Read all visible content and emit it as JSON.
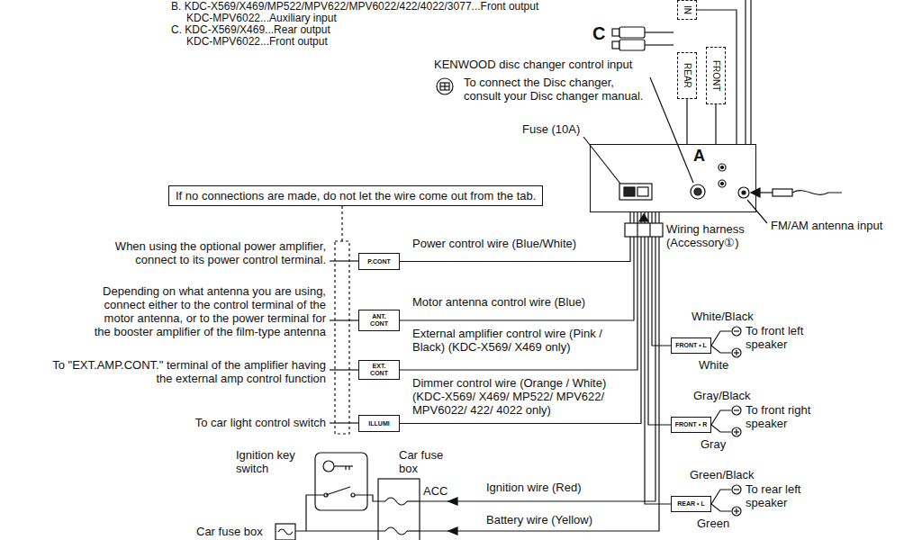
{
  "diagram": {
    "nodes": [
      {
        "text": [
          "IN"
        ]
      },
      {
        "text": [
          "REAR"
        ]
      },
      {
        "text": [
          "FRONT"
        ]
      },
      {
        "text": [
          "A"
        ]
      },
      {
        "text": [
          "If no connections are made, do not let the wire come out from the tab."
        ]
      },
      {
        "text": [
          "P.CONT"
        ]
      },
      {
        "text": [
          "ANT. CONT"
        ]
      },
      {
        "text": [
          "EXT. CONT"
        ]
      },
      {
        "text": [
          "ILLUMI"
        ]
      },
      {
        "text": [
          "FRONT • L"
        ]
      },
      {
        "text": [
          "FRONT • R"
        ]
      },
      {
        "text": [
          "REAR • L"
        ]
      }
    ],
    "edges": [
      {
        "from": 0,
        "to": 3,
        "arrow": "none"
      },
      {
        "from": 1,
        "to": 3,
        "arrow": "none"
      },
      {
        "from": 2,
        "to": 3,
        "arrow": "none"
      },
      {
        "from": 3,
        "to": 5,
        "arrow": "none"
      },
      {
        "from": 3,
        "to": 6,
        "arrow": "none"
      },
      {
        "from": 3,
        "to": 7,
        "arrow": "none"
      },
      {
        "from": 3,
        "to": 8,
        "arrow": "none"
      },
      {
        "from": 3,
        "to": 9,
        "arrow": "none"
      },
      {
        "from": 3,
        "to": 10,
        "arrow": "none"
      },
      {
        "from": 3,
        "to": 11,
        "arrow": "none"
      }
    ],
    "labels": [
      "B. KDC-X569/X469/MP522/MPV622/MPV6022/422/4022/3077...Front output",
      "KDC-MPV6022...Auxiliary input",
      "C. KDC-X569/X469...Rear output",
      "KDC-MPV6022...Front output",
      "C",
      "KENWOOD disc changer control input",
      "To connect the Disc changer, consult your Disc changer manual.",
      "Fuse (10A)",
      "FM/AM antenna input",
      "Wiring harness (Accessory①)",
      "When using the optional power amplifier, connect to its power control terminal.",
      "Power control wire (Blue/White)",
      "Depending on what antenna you are using, connect either to the control terminal of the motor antenna, or to the power terminal for the booster amplifier of the film-type antenna",
      "Motor antenna control wire (Blue)",
      "To \"EXT.AMP.CONT.\" terminal of the amplifier having the external amp control function",
      "External amplifier control wire (Pink / Black) (KDC-X569/ X469 only)",
      "To car light control switch",
      "Dimmer control wire (Orange / White) (KDC-X569/ X469/ MP522/ MPV622/ MPV6022/ 422/ 4022 only)",
      "White/Black",
      "To front left speaker",
      "White",
      "Gray/Black",
      "To front right speaker",
      "Gray",
      "Green/Black",
      "To rear left speaker",
      "Green",
      "Ignition key switch",
      "Car fuse box",
      "ACC",
      "Ignition wire (Red)",
      "Car fuse box",
      "Battery wire (Yellow)"
    ]
  }
}
